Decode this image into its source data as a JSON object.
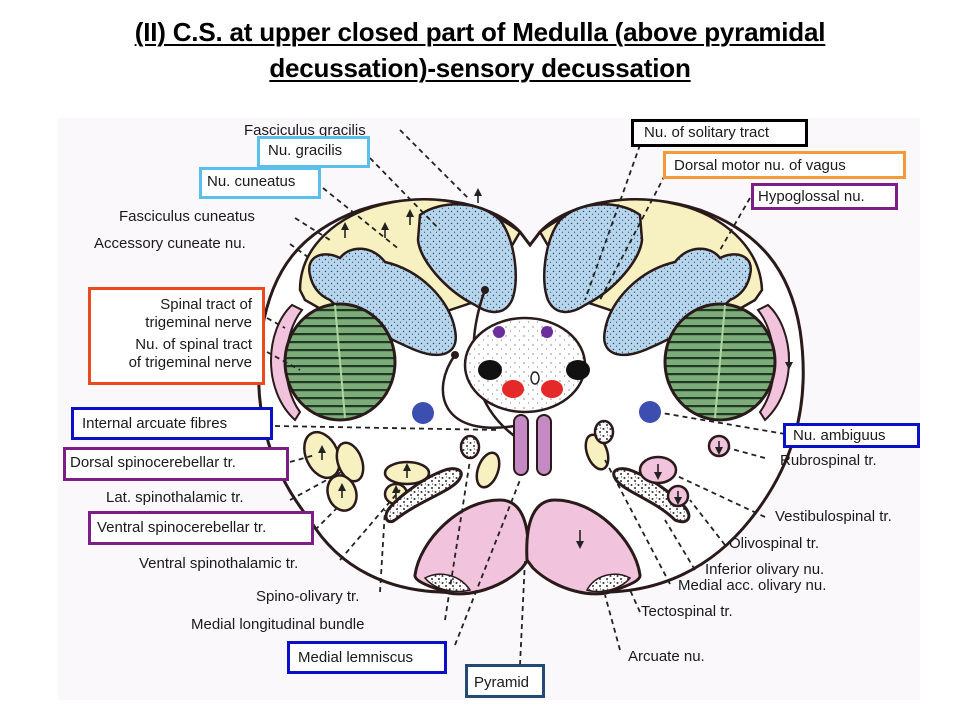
{
  "title": {
    "line1": "(II) C.S. at upper closed part of Medulla (above pyramidal",
    "line2": "decussation)-sensory decussation"
  },
  "colors": {
    "box_light_blue": "#5bbfee",
    "box_black": "#000000",
    "box_orange": "#f29b38",
    "box_purple": "#7b1f87",
    "box_red_orange": "#ec4a1c",
    "box_blue": "#0a10c8",
    "box_navy": "#244a74",
    "nucleus_blue": "#b7d6ec",
    "fasciculus_yellow": "#f7f0c0",
    "trigeminal_green": "#7dab7a",
    "pink": "#f1c3dc",
    "medial_lemniscus_purple": "#c58ac4",
    "dot_blue": "#3c4fb0",
    "dot_red": "#e52828",
    "dot_purple": "#6b2f9c"
  },
  "labels": {
    "fasciculus_gracilis": "Fasciculus gracilis",
    "nu_gracilis": "Nu. gracilis",
    "nu_cuneatus": "Nu. cuneatus",
    "fasciculus_cuneatus": "Fasciculus cuneatus",
    "accessory_cuneate_nu": "Accessory cuneate nu.",
    "spinal_tract_trigeminal_1": "Spinal tract of",
    "spinal_tract_trigeminal_2": "trigeminal nerve",
    "nu_spinal_tract_trigeminal_1": "Nu. of spinal tract",
    "nu_spinal_tract_trigeminal_2": "of trigeminal nerve",
    "internal_arcuate_fibres": "Internal arcuate fibres",
    "dorsal_spinocerebellar": "Dorsal spinocerebellar tr.",
    "lat_spinothalamic": "Lat. spinothalamic tr.",
    "ventral_spinocerebellar": "Ventral spinocerebellar tr.",
    "ventral_spinothalamic": "Ventral spinothalamic tr.",
    "spino_olivary": "Spino-olivary tr.",
    "medial_longitudinal_bundle": "Medial longitudinal bundle",
    "medial_lemniscus": "Medial lemniscus",
    "pyramid": "Pyramid",
    "nu_solitary_tract": "Nu. of solitary tract",
    "dorsal_motor_nu_vagus": "Dorsal motor nu. of vagus",
    "hypoglossal_nu": "Hypoglossal nu.",
    "nu_ambiguus": "Nu. ambiguus",
    "rubrospinal": "Rubrospinal tr.",
    "vestibulospinal": "Vestibulospinal tr.",
    "olivospinal": "Olivospinal tr.",
    "inferior_olivary_nu": "Inferior olivary nu.",
    "medial_acc_olivary_nu": "Medial acc. olivary nu.",
    "tectospinal": "Tectospinal tr.",
    "arcuate_nu": "Arcuate nu."
  }
}
